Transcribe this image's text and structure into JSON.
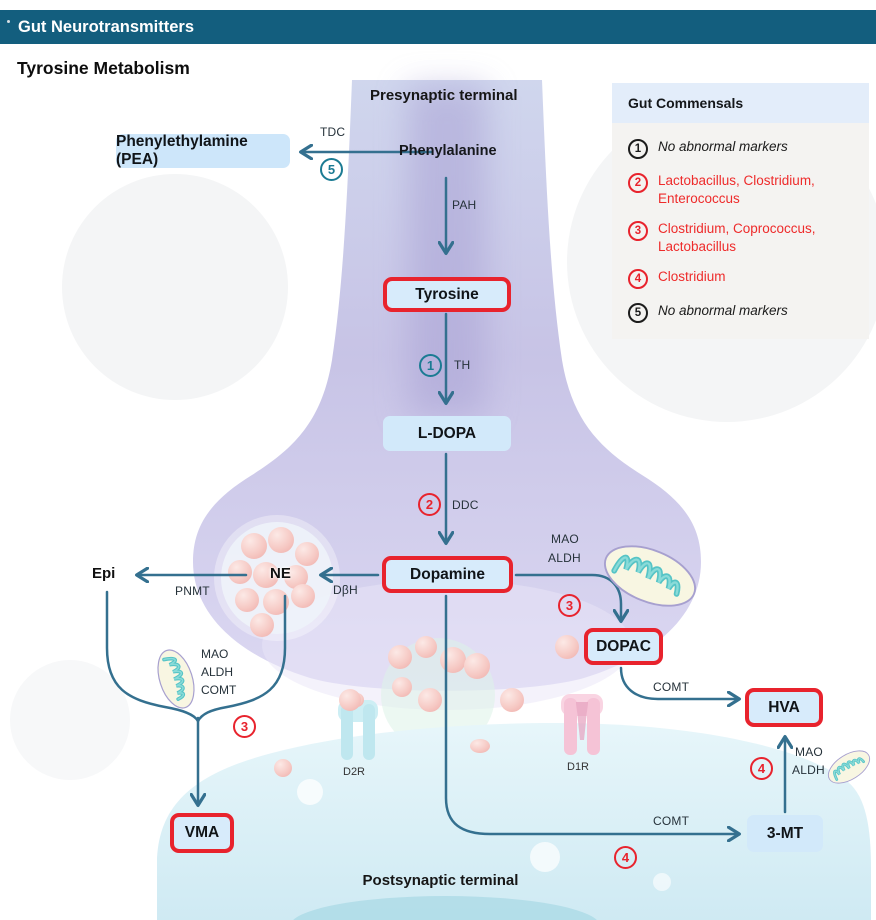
{
  "header": {
    "title": "Gut Neurotransmitters"
  },
  "page_title": "Tyrosine Metabolism",
  "diagram": {
    "presynaptic_label": "Presynaptic terminal",
    "postsynaptic_label": "Postsynaptic terminal",
    "nodes": {
      "pea": "Phenylethylamine (PEA)",
      "phenylalanine": "Phenylalanine",
      "tyrosine": "Tyrosine",
      "ldopa": "L-DOPA",
      "dopamine": "Dopamine",
      "ne": "NE",
      "epi": "Epi",
      "dopac": "DOPAC",
      "hva": "HVA",
      "vma": "VMA",
      "three_mt": "3-MT"
    },
    "enzymes": {
      "tdc": "TDC",
      "pah": "PAH",
      "th": "TH",
      "ddc": "DDC",
      "dbh": "DβH",
      "pnmt": "PNMT",
      "mao": "MAO",
      "aldh": "ALDH",
      "comt": "COMT"
    },
    "markers": {
      "m1": "1",
      "m2": "2",
      "m3": "3",
      "m4": "4",
      "m5": "5"
    },
    "receptors": {
      "d2r": "D2R",
      "d1r": "D1R"
    }
  },
  "legend": {
    "title": "Gut Commensals",
    "items": [
      {
        "number": "1",
        "label": "No abnormal markers",
        "abnormal": false
      },
      {
        "number": "2",
        "label": "Lactobacillus, Clostridium, Enterococcus",
        "abnormal": true
      },
      {
        "number": "3",
        "label": "Clostridium, Coprococcus, Lactobacillus",
        "abnormal": true
      },
      {
        "number": "4",
        "label": "Clostridium",
        "abnormal": true
      },
      {
        "number": "5",
        "label": "No abnormal markers",
        "abnormal": false
      }
    ]
  },
  "colors": {
    "header_bar": "#135e7e",
    "arrow": "#34708f",
    "marker_red": "#e8232d",
    "marker_teal": "#1b7b93",
    "box_bg": "#d2e9fa",
    "legend_abnormal_text": "#ee2b2b",
    "presynaptic_fill": "#c9c2e7",
    "postsynaptic_fill": "#d8eff7"
  }
}
